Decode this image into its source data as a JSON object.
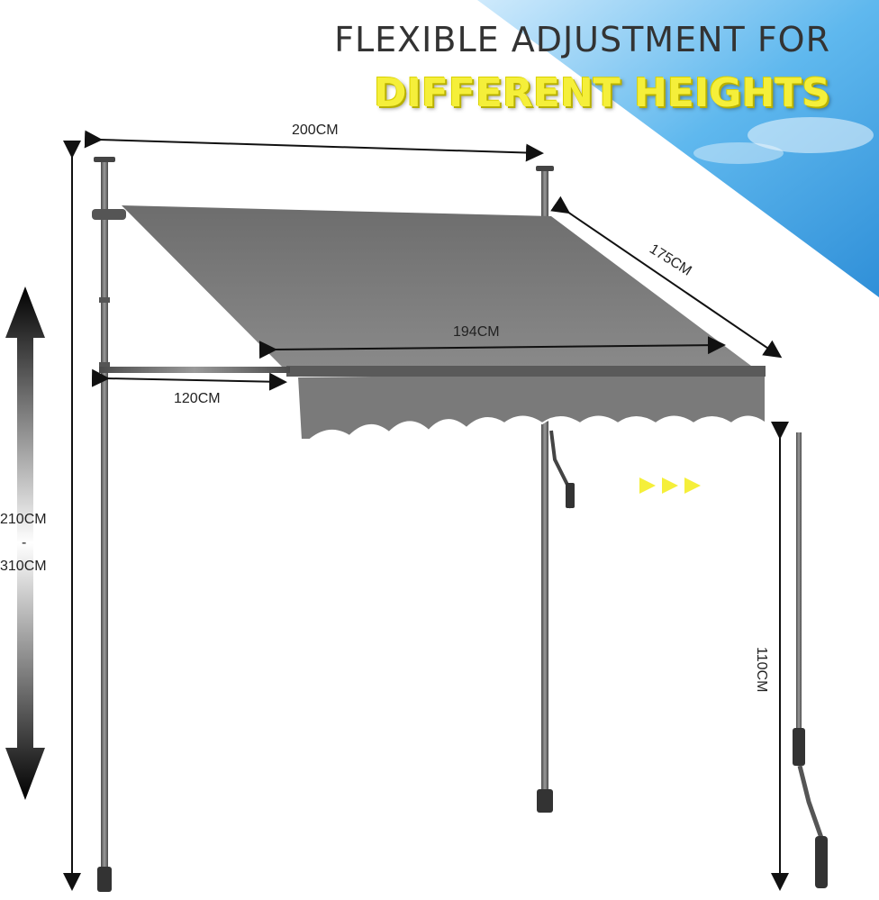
{
  "headline": {
    "line1": "FLEXIBLE ADJUSTMENT FOR",
    "line2": "DIFFERENT HEIGHTS"
  },
  "dimensions": {
    "width_top": "200CM",
    "depth": "175CM",
    "canopy_width": "194CM",
    "arm_length": "120CM",
    "height_min": "210CM",
    "height_sep": "-",
    "height_max": "310CM",
    "crank_length": "110CM"
  },
  "colors": {
    "headline_dark": "#333333",
    "headline_accent": "#f5ef3a",
    "fabric": "#7a7a7a",
    "pole": "#6e6e6e",
    "sky": "#5fb8ee"
  }
}
